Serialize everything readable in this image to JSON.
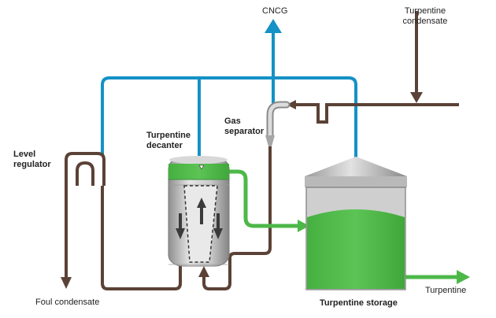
{
  "labels": {
    "cncg": "CNCG",
    "turpentine_condensate_line1": "Turpentine",
    "turpentine_condensate_line2": "condensate",
    "level_regulator_line1": "Level",
    "level_regulator_line2": "regulator",
    "turpentine_decanter_line1": "Turpentine",
    "turpentine_decanter_line2": "decanter",
    "gas_separator_line1": "Gas",
    "gas_separator_line2": "separator",
    "foul_condensate": "Foul condensate",
    "turpentine_storage": "Turpentine storage",
    "turpentine_out": "Turpentine"
  },
  "colors": {
    "gas_line": "#1591c6",
    "condensate_line": "#5b4236",
    "turpentine": "#4cb848",
    "vessel_steel": "#c4c4c4",
    "text": "#222222"
  }
}
